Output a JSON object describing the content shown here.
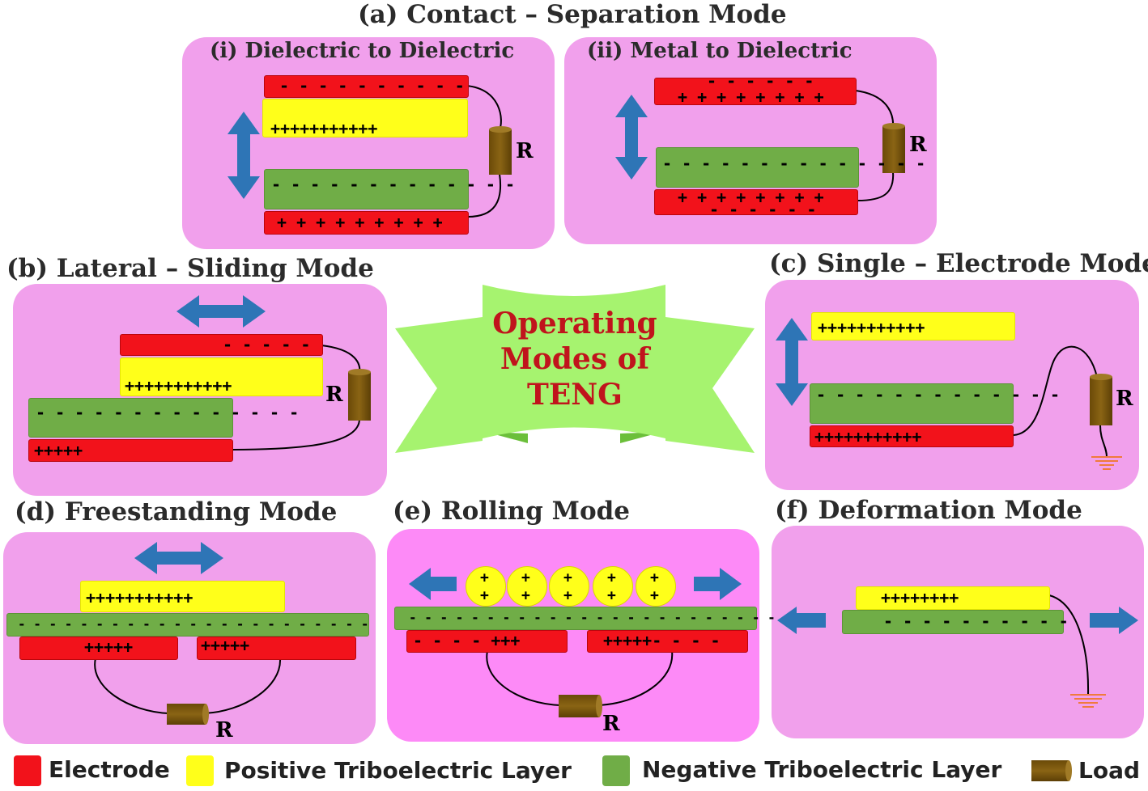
{
  "titles": {
    "a": "(a) Contact – Separation Mode",
    "a_i": "(i) Dielectric to Dielectric",
    "a_ii": "(ii) Metal to Dielectric",
    "b": "(b) Lateral – Sliding Mode",
    "c": "(c) Single – Electrode Mode",
    "d": "(d) Freestanding Mode",
    "e": "(e) Rolling Mode",
    "f": "(f) Deformation Mode"
  },
  "center": {
    "text": "Operating\nModes of\nTENG"
  },
  "load_label": "R",
  "charges": {
    "a_i_top": "- - - - - - - - - -",
    "a_i_yellow": "+++++++++++",
    "a_i_green": "- - - - - - - - - - - - -",
    "a_i_bottom": "+ + + + + + + + +",
    "a_ii_top_neg": "- - - - - -",
    "a_ii_top_pos": "+ + + + + + + +",
    "a_ii_green": "- - - - - - - - - - - - - -",
    "a_ii_bottom_pos": "+ + + + + + + +",
    "a_ii_bottom_neg": "- - - - - -",
    "b_top": "- - - - -",
    "b_yellow": "+++++++++++",
    "b_green": "- - - - - - - - - - - - - -",
    "b_bottom": "+++++",
    "c_yellow": "+++++++++++",
    "c_green": "- - - - - - - - - - - - -",
    "c_bottom": "+++++++++++",
    "d_yellow": "+++++++++++",
    "d_green": "- - - - - - - - - - - - - - - - - - - - - - -",
    "d_left": "+++++",
    "d_right": "+++++",
    "e_ball_top": "+",
    "e_ball_bottom": "+",
    "e_green": "- - - - - - - - - - - - - - - - - - - - - - - -",
    "e_left": "- - - - +++",
    "e_right": "+++++- - - -",
    "f_yellow": "++++++++",
    "f_green": "- - - - - - - - - -"
  },
  "legend": [
    {
      "label": "Electrode",
      "color": "#f2121b"
    },
    {
      "label": "Positive Triboelectric Layer",
      "color": "#ffff1a"
    },
    {
      "label": "Negative Triboelectric Layer",
      "color": "#70ad47"
    },
    {
      "label": "Load",
      "color": "#7f5a10"
    }
  ],
  "colors": {
    "panel": "#f1a0ec",
    "arrow": "#2e75b6",
    "electrode": "#f2121b",
    "positive": "#ffff1a",
    "negative": "#70ad47",
    "load": "#7f5a10",
    "banner": "#a6f36f",
    "ground": "#f07a3c"
  }
}
